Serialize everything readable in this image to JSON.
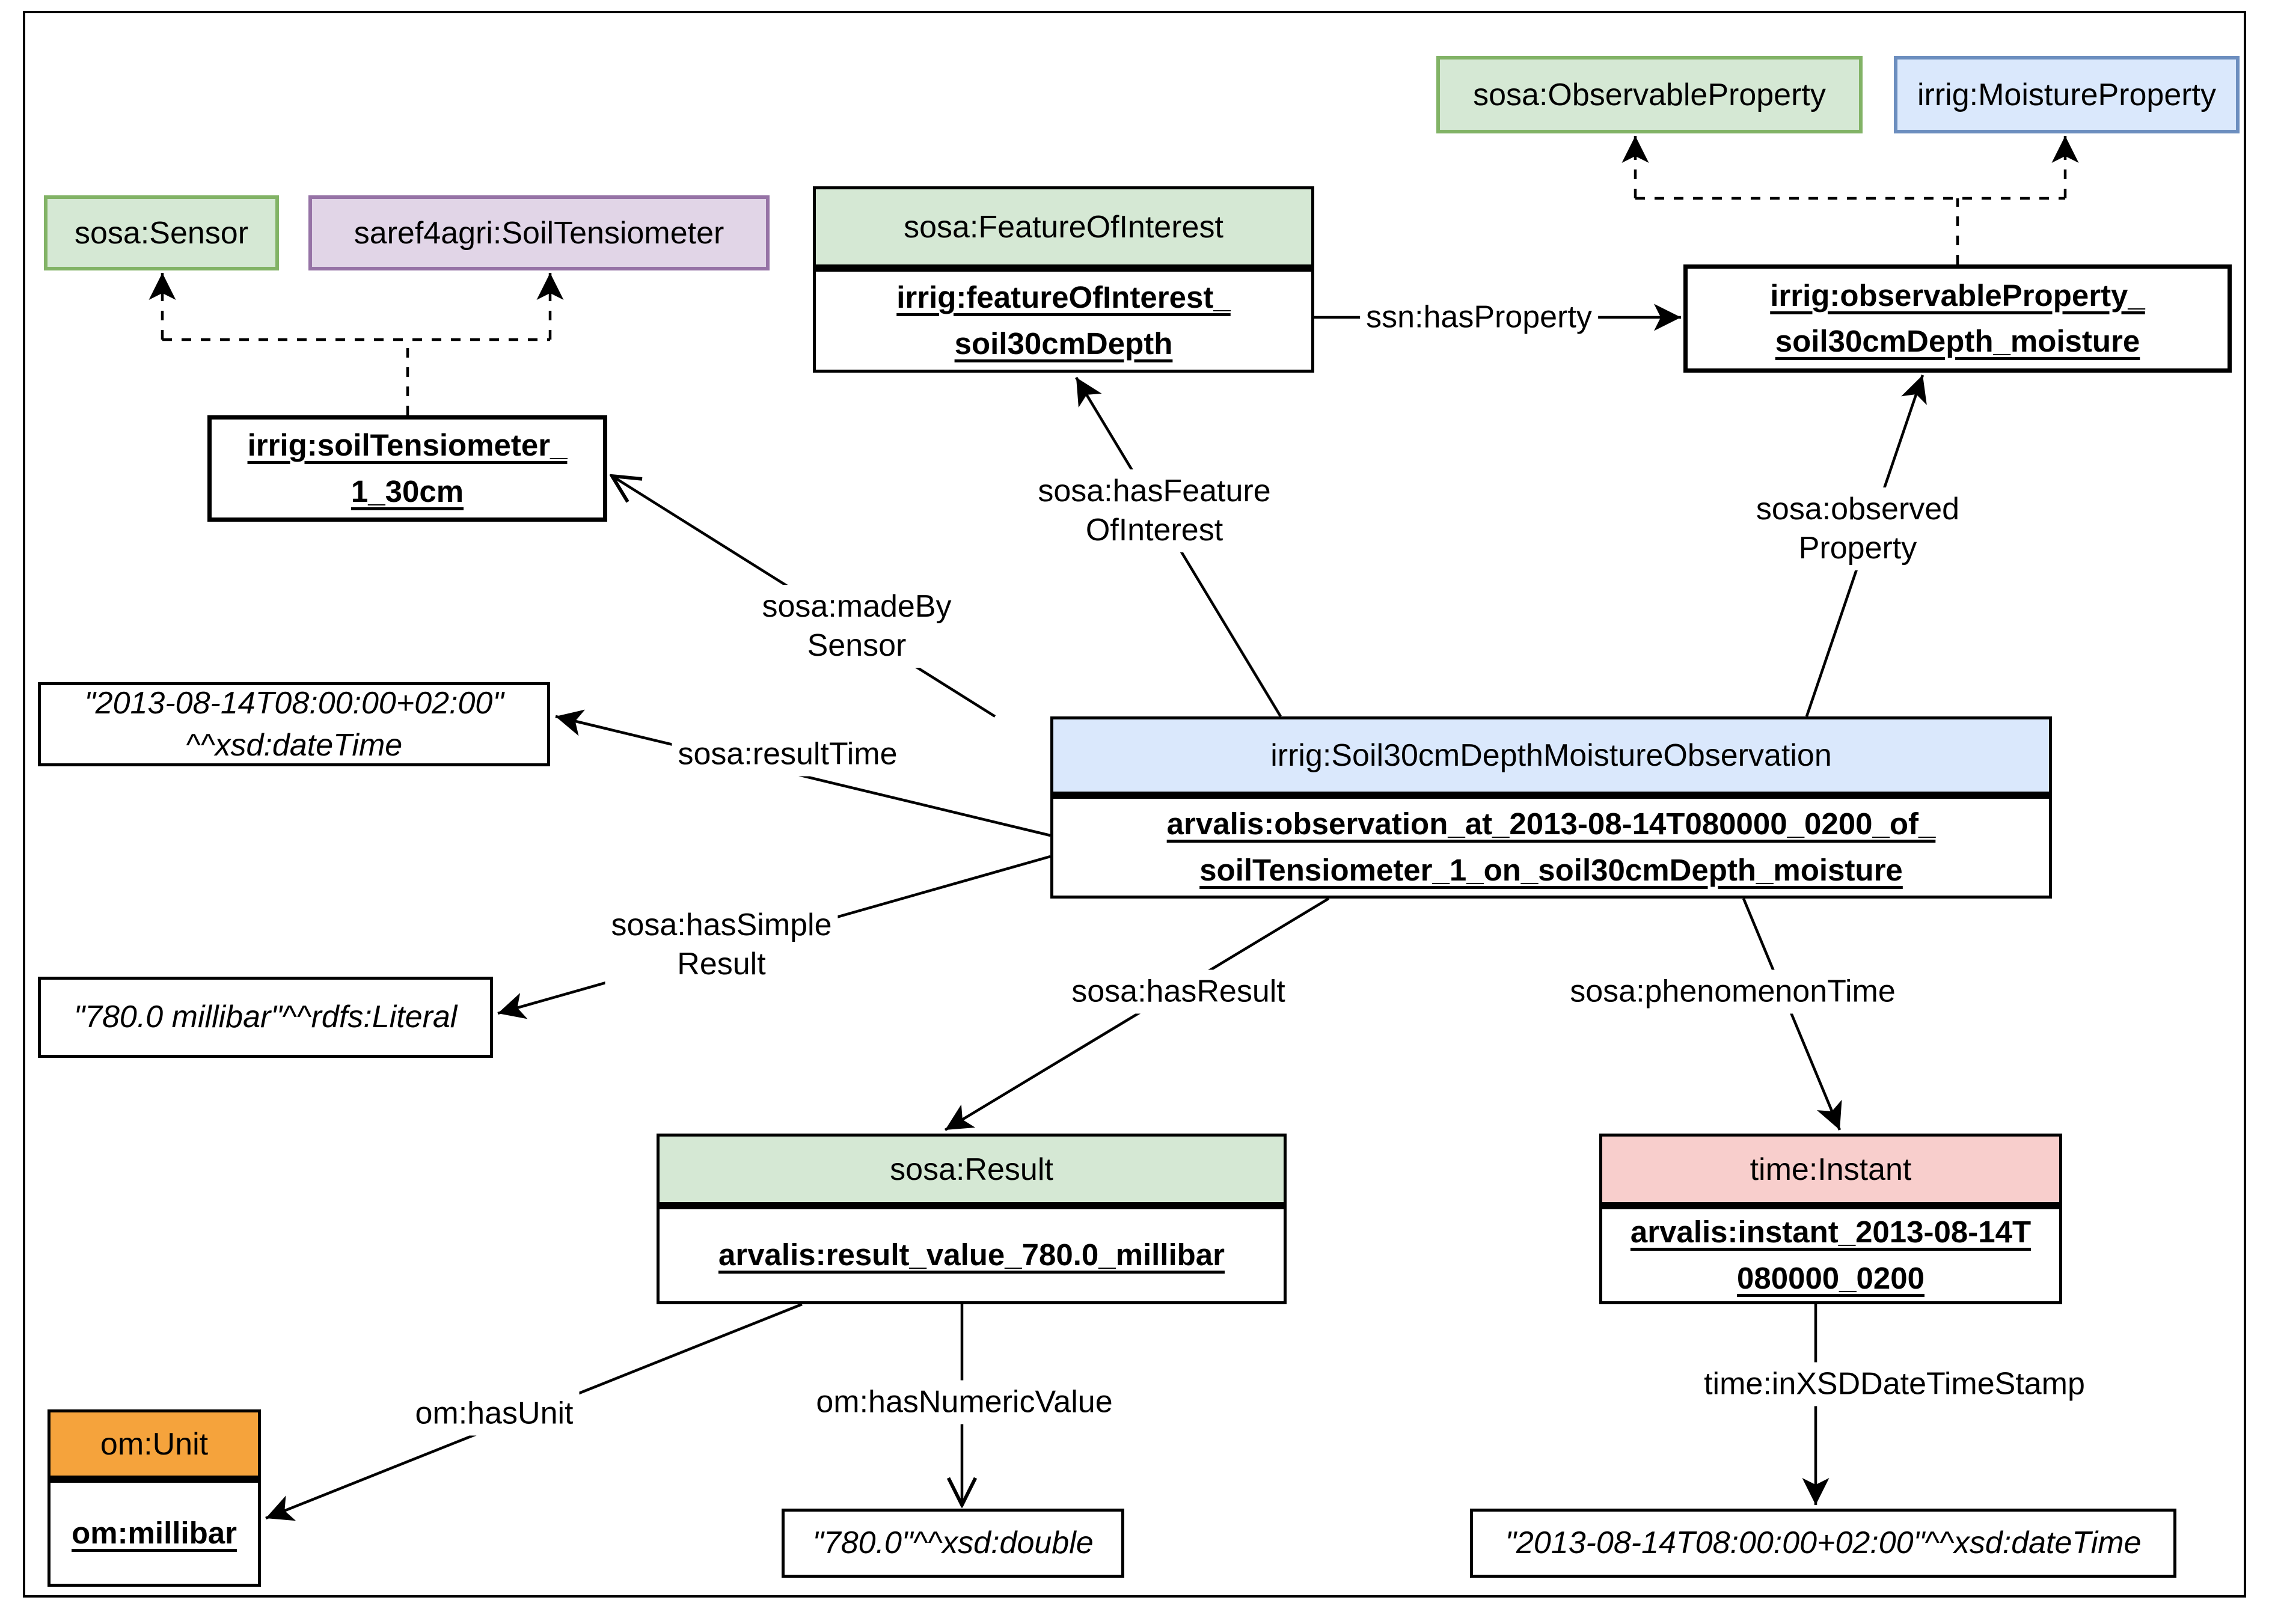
{
  "diagram_title": "SOSA/SSN soil tensiometer moisture observation RDF graph",
  "colors": {
    "green-fill": "#d5e8d4",
    "green-border": "#82b366",
    "purple-fill": "#e1d5e7",
    "purple-border": "#9673a6",
    "blue-fill": "#dae8fc",
    "blue-border": "#6c8ebf",
    "red-fill": "#f8cecc",
    "red-border": "#b85450",
    "orange-fill": "#f5a33c",
    "orange-border": "#d79b00",
    "line": "#000000",
    "background": "#ffffff"
  },
  "nodes": {
    "sensor_class": {
      "label": "sosa:Sensor"
    },
    "tensiometer_class": {
      "label": "saref4agri:SoilTensiometer"
    },
    "observable_property_class": {
      "label": "sosa:ObservableProperty"
    },
    "moisture_property_class": {
      "label": "irrig:MoistureProperty"
    },
    "feature_of_interest": {
      "class_label": "sosa:FeatureOfInterest",
      "instance_lines": [
        "irrig:featureOfInterest_",
        "soil30cmDepth"
      ]
    },
    "observable_property_instance": {
      "lines": [
        "irrig:observableProperty_",
        "soil30cmDepth_moisture"
      ]
    },
    "tensiometer_instance": {
      "lines": [
        "irrig:soilTensiometer_",
        "1_30cm"
      ]
    },
    "observation": {
      "class_label": "irrig:Soil30cmDepthMoistureObservation",
      "instance_lines": [
        "arvalis:observation_at_2013-08-14T080000_0200_of_",
        "soilTensiometer_1_on_soil30cmDepth_moisture"
      ]
    },
    "result": {
      "class_label": "sosa:Result",
      "instance_lines": [
        "arvalis:result_value_780.0_millibar"
      ]
    },
    "instant": {
      "class_label": "time:Instant",
      "instance_lines": [
        "arvalis:instant_2013-08-14T",
        "080000_0200"
      ]
    },
    "unit": {
      "class_label": "om:Unit",
      "instance_lines": [
        "om:millibar"
      ]
    },
    "result_time_literal": {
      "lines": [
        "\"2013-08-14T08:00:00+02:00\"",
        "^^xsd:dateTime"
      ]
    },
    "simple_result_literal": {
      "label": "\"780.0 millibar\"^^rdfs:Literal"
    },
    "numeric_value_literal": {
      "label": "\"780.0\"^^xsd:double"
    },
    "datetime_literal": {
      "label": "\"2013-08-14T08:00:00+02:00\"^^xsd:dateTime"
    }
  },
  "edges": {
    "has_property": {
      "label": "ssn:hasProperty"
    },
    "has_feature_of_interest": {
      "lines": [
        "sosa:hasFeature",
        "OfInterest"
      ]
    },
    "observed_property": {
      "lines": [
        "sosa:observed",
        "Property"
      ]
    },
    "made_by_sensor": {
      "lines": [
        "sosa:madeBy",
        "Sensor"
      ]
    },
    "result_time": {
      "label": "sosa:resultTime"
    },
    "has_simple_result": {
      "lines": [
        "sosa:hasSimple",
        "Result"
      ]
    },
    "has_result": {
      "label": "sosa:hasResult"
    },
    "phenomenon_time": {
      "label": "sosa:phenomenonTime"
    },
    "has_unit": {
      "label": "om:hasUnit"
    },
    "has_numeric_value": {
      "label": "om:hasNumericValue"
    },
    "in_xsd_date_time_stamp": {
      "label": "time:inXSDDateTimeStamp"
    }
  }
}
